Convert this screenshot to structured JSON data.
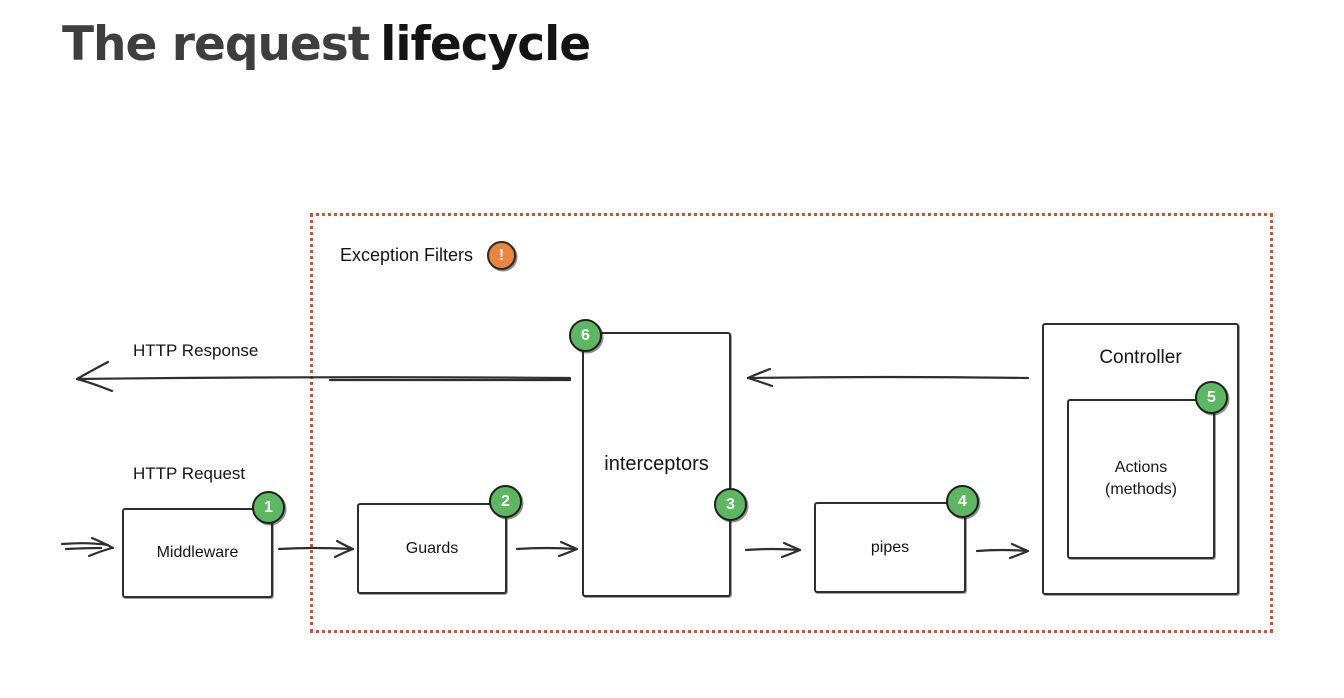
{
  "title": {
    "part1": "The request",
    "part2": "lifecycle"
  },
  "exception_region": {
    "label": "Exception Filters",
    "icon_glyph": "!"
  },
  "flow_labels": {
    "http_response": "HTTP Response",
    "http_request": "HTTP Request"
  },
  "boxes": {
    "middleware": {
      "label": "Middleware",
      "step": "1"
    },
    "guards": {
      "label": "Guards",
      "step": "2"
    },
    "interceptors": {
      "label": "interceptors",
      "step_request_side": "3",
      "step_response_side": "6"
    },
    "pipes": {
      "label": "pipes",
      "step": "4"
    },
    "controller": {
      "label": "Controller"
    },
    "actions": {
      "label": "Actions\n(methods)",
      "step": "5"
    }
  },
  "flow_order": [
    "Middleware",
    "Guards",
    "interceptors",
    "pipes",
    "Controller / Actions",
    "interceptors",
    "HTTP Response"
  ],
  "colors": {
    "badge_green": "#5cb860",
    "exception_orange": "#e8863c",
    "dotted_border": "#d4512b",
    "ink": "#2e2e2e",
    "title_gray": "#3e3e3e",
    "title_black": "#141414",
    "background": "#ffffff"
  }
}
